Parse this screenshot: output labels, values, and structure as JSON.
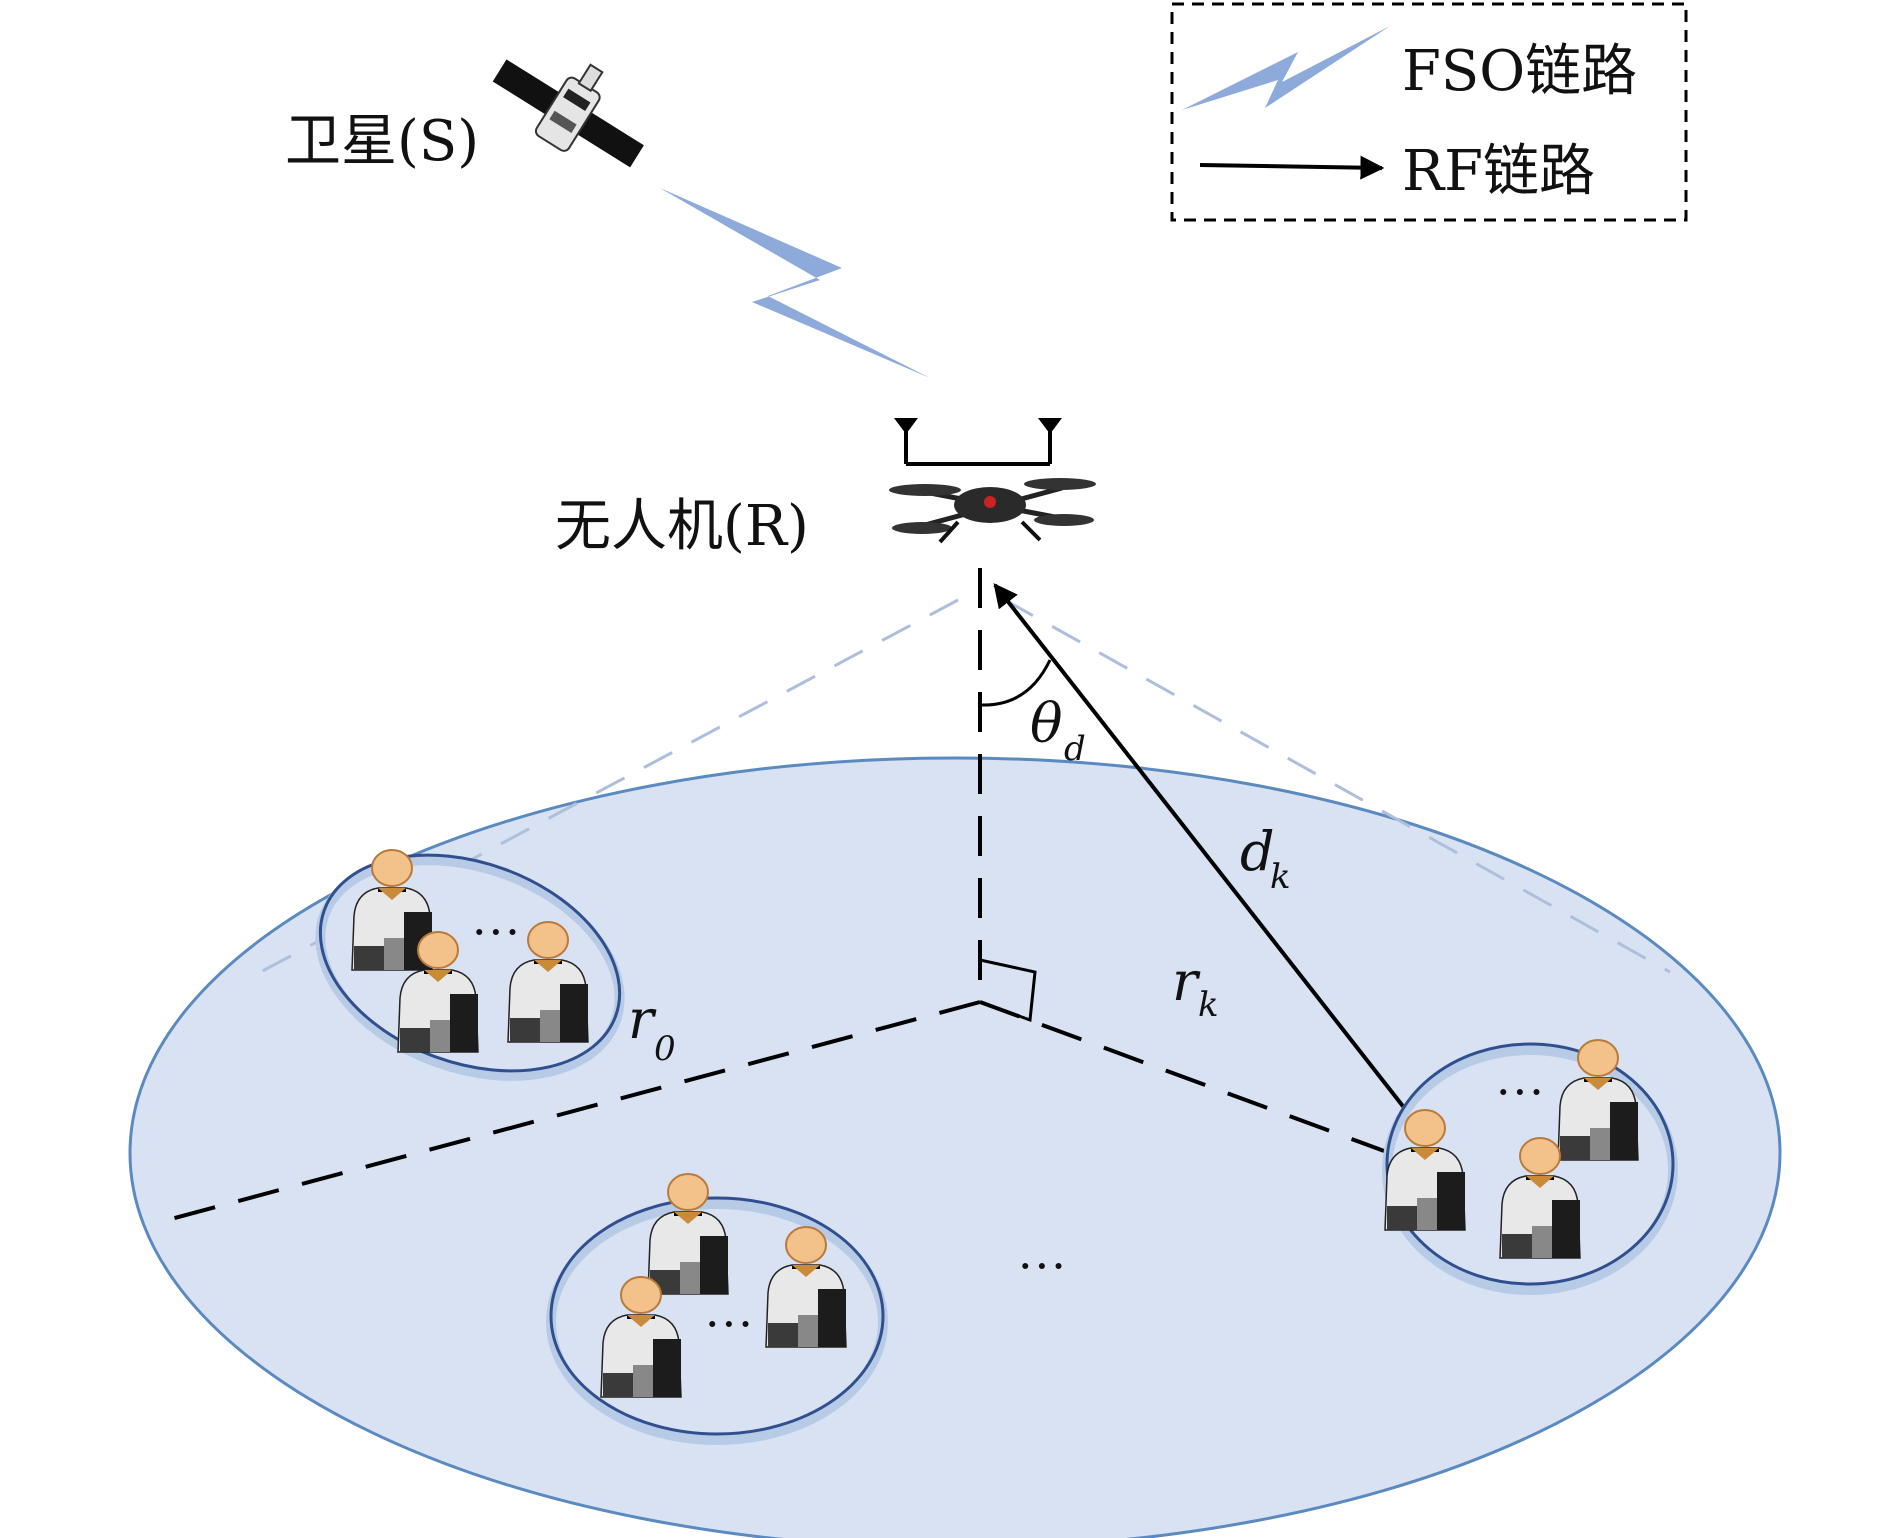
{
  "labels": {
    "satellite": "卫星(S)",
    "uav": "无人机(R)"
  },
  "legend": {
    "fso": "FSO链路",
    "rf": "RF链路"
  },
  "math": {
    "theta": "θ",
    "theta_sub": "d",
    "d": "d",
    "d_sub": "k",
    "r": "r",
    "rk_sub": "k",
    "r0_sub": "0"
  },
  "ellipsis": "···",
  "colors": {
    "ground_fill": "#d9e2f3",
    "ground_stroke": "#5b8ac0",
    "cluster_stroke": "#2f4f8f",
    "fso_bolt": "#8eaadb",
    "cone_dash": "#aebfdd",
    "rf_line": "#000000"
  }
}
